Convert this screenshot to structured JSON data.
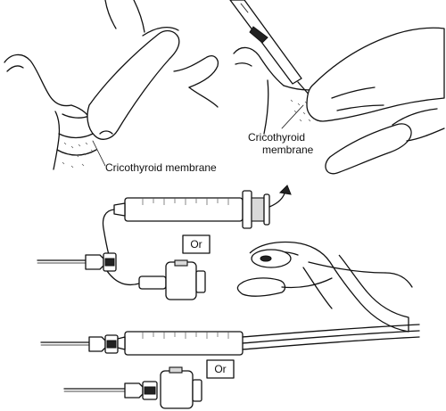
{
  "labels": {
    "left_panel_caption": "Cricothyroid membrane",
    "right_panel_caption_line1": "Cricothyroid",
    "right_panel_caption_line2": "membrane",
    "or_upper": "Or",
    "or_lower": "Or"
  }
}
